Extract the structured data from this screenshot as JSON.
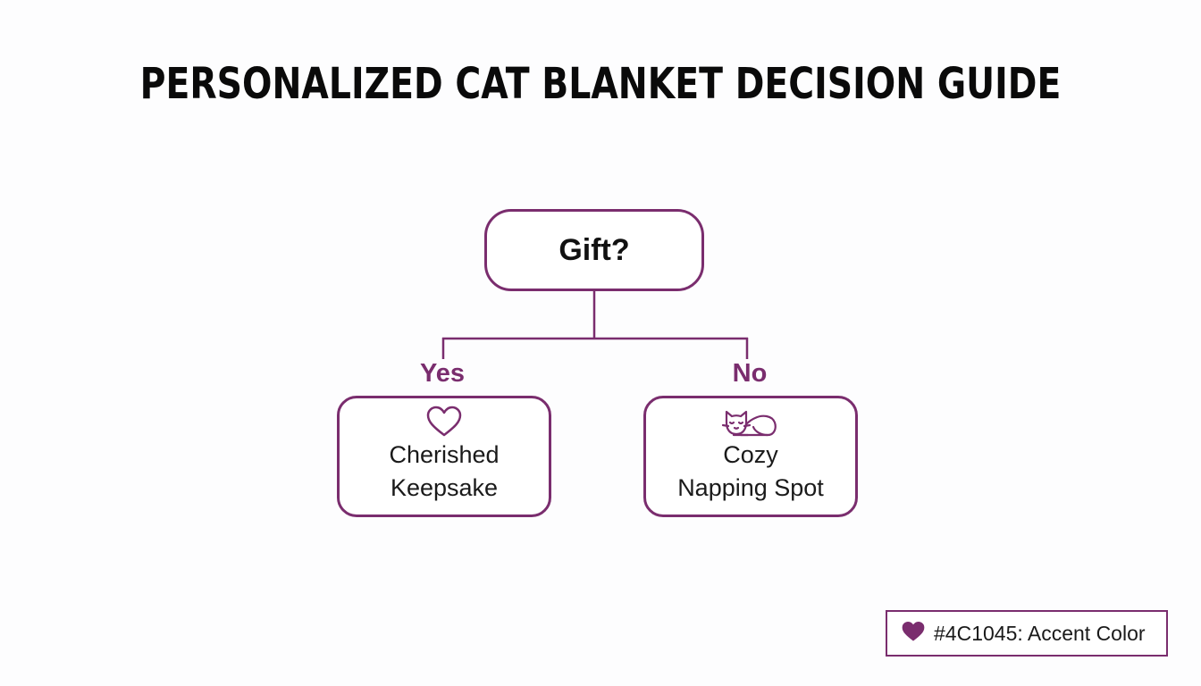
{
  "title": "PERSONALIZED CAT BLANKET DECISION GUIDE",
  "colors": {
    "accent": "#4C1045",
    "stroke": "#7a2d6e",
    "text": "#111111"
  },
  "question": {
    "text": "Gift?"
  },
  "branches": [
    {
      "label": "Yes",
      "icon": "heart-outline-icon",
      "outcome_line1": "Cherished",
      "outcome_line2": "Keepsake"
    },
    {
      "label": "No",
      "icon": "sleeping-cat-icon",
      "outcome_line1": "Cozy",
      "outcome_line2": "Napping Spot"
    }
  ],
  "legend": {
    "icon": "heart-filled-icon",
    "text": "#4C1045: Accent Color"
  }
}
